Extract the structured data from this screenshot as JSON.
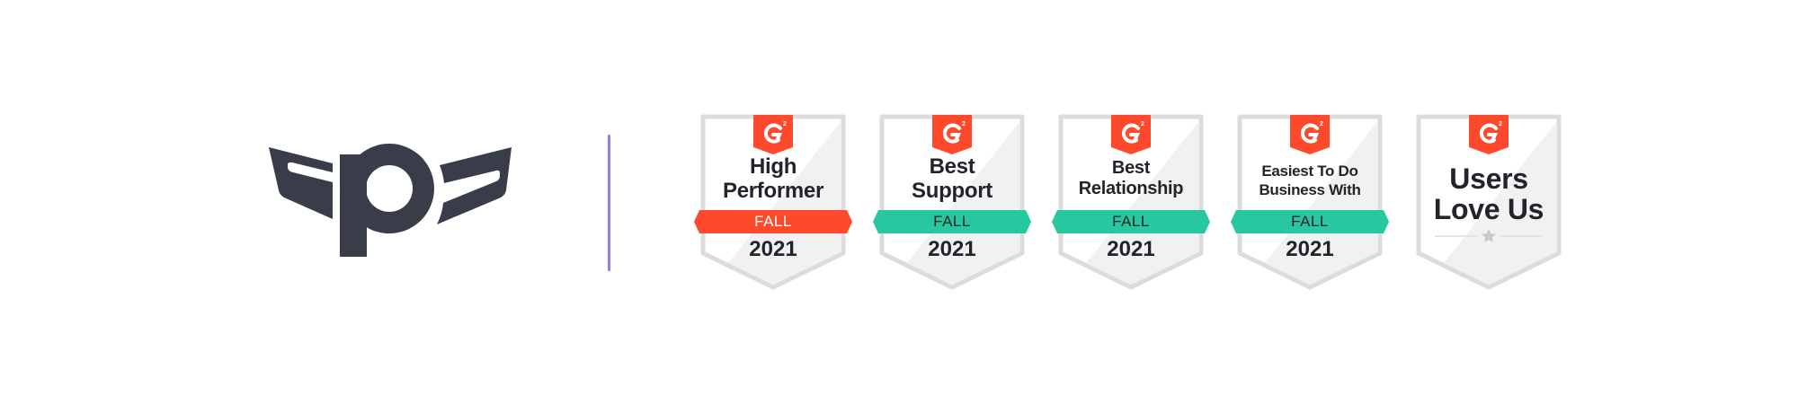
{
  "brand": {
    "logo_icon": "winged-p-logo-icon",
    "logo_color": "#393d4a",
    "divider_color": "#8f86e0"
  },
  "badges": [
    {
      "provider_icon": "g2-logo-icon",
      "title_lines": [
        "High",
        "Performer"
      ],
      "season": "FALL",
      "year": "2021",
      "ribbon_color": "#ff492c",
      "season_text_color": "#ffffff"
    },
    {
      "provider_icon": "g2-logo-icon",
      "title_lines": [
        "Best",
        "Support"
      ],
      "season": "FALL",
      "year": "2021",
      "ribbon_color": "#27c79f",
      "season_text_color": "#23242b"
    },
    {
      "provider_icon": "g2-logo-icon",
      "title_lines": [
        "Best",
        "Relationship"
      ],
      "season": "FALL",
      "year": "2021",
      "ribbon_color": "#27c79f",
      "season_text_color": "#23242b"
    },
    {
      "provider_icon": "g2-logo-icon",
      "title_lines": [
        "Easiest To Do",
        "Business With"
      ],
      "season": "FALL",
      "year": "2021",
      "ribbon_color": "#27c79f",
      "season_text_color": "#23242b"
    },
    {
      "provider_icon": "g2-logo-icon",
      "title_lines": [
        "Users",
        "Love Us"
      ],
      "decoration_icon": "star-icon"
    }
  ],
  "colors": {
    "g2_red": "#ff492c",
    "badge_border": "#dcdcdc",
    "badge_fill": "#ffffff",
    "badge_shade": "#f1f1f1",
    "text_dark": "#23242b"
  }
}
